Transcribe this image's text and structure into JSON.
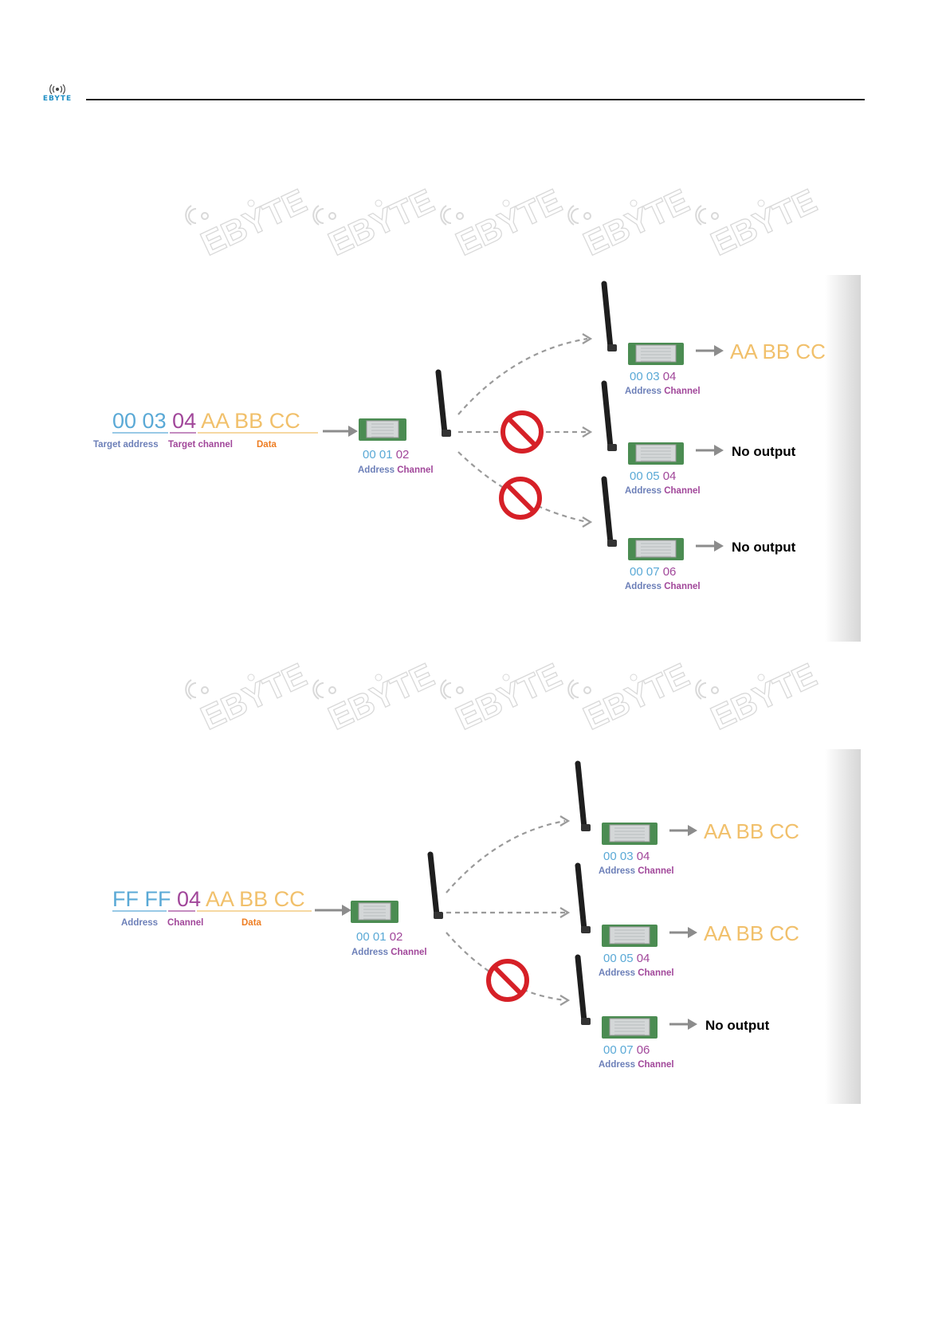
{
  "header": {
    "logo_text": "EBYTE"
  },
  "watermark": {
    "text": "EBYTE"
  },
  "diagram1": {
    "message": {
      "addr_high": "00",
      "addr_low": "03",
      "channel": "04",
      "data": "AA BB CC"
    },
    "labels": {
      "address": "Target address",
      "channel": "Target channel",
      "data": "Data"
    },
    "sender": {
      "addr_high": "00",
      "addr_low": "01",
      "channel": "02",
      "caption_address": "Address",
      "caption_channel": "Channel"
    },
    "receivers": [
      {
        "addr_high": "00",
        "addr_low": "03",
        "channel": "04",
        "caption_address": "Address",
        "caption_channel": "Channel",
        "output": "AA BB CC",
        "blocked": false
      },
      {
        "addr_high": "00",
        "addr_low": "05",
        "channel": "04",
        "caption_address": "Address",
        "caption_channel": "Channel",
        "output": "No output",
        "blocked": true
      },
      {
        "addr_high": "00",
        "addr_low": "07",
        "channel": "06",
        "caption_address": "Address",
        "caption_channel": "Channel",
        "output": "No output",
        "blocked": true
      }
    ]
  },
  "diagram2": {
    "message": {
      "addr_high": "FF",
      "addr_low": "FF",
      "channel": "04",
      "data": "AA BB CC"
    },
    "labels": {
      "address": "Address",
      "channel": "Channel",
      "data": "Data"
    },
    "sender": {
      "addr_high": "00",
      "addr_low": "01",
      "channel": "02",
      "caption_address": "Address",
      "caption_channel": "Channel"
    },
    "receivers": [
      {
        "addr_high": "00",
        "addr_low": "03",
        "channel": "04",
        "caption_address": "Address",
        "caption_channel": "Channel",
        "output": "AA BB CC",
        "blocked": false
      },
      {
        "addr_high": "00",
        "addr_low": "05",
        "channel": "04",
        "caption_address": "Address",
        "caption_channel": "Channel",
        "output": "AA BB CC",
        "blocked": false
      },
      {
        "addr_high": "00",
        "addr_low": "07",
        "channel": "06",
        "caption_address": "Address",
        "caption_channel": "Channel",
        "output": "No output",
        "blocked": true
      }
    ]
  },
  "colors": {
    "address": "#5aa9d6",
    "channel": "#a1479a",
    "data": "#f1c06b",
    "data_label": "#ee7d22",
    "address_label": "#6c7fb8",
    "no_output": "#000000",
    "block": "#d62027"
  }
}
